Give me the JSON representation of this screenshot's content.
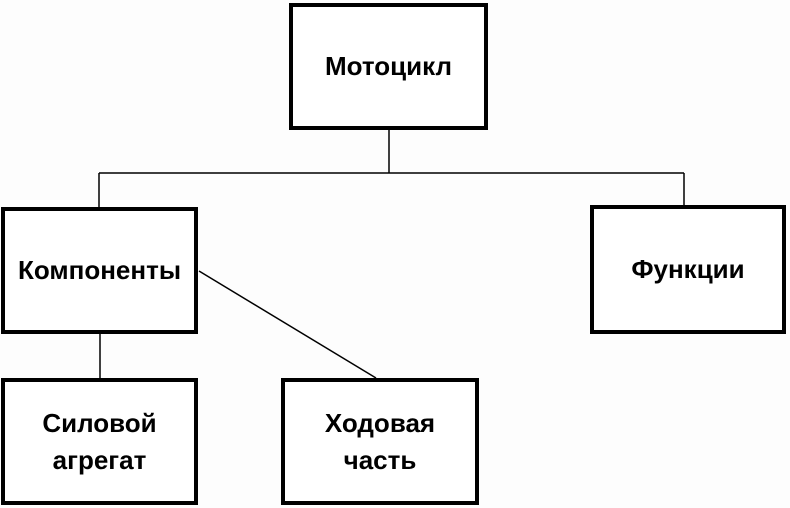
{
  "diagram": {
    "type": "hierarchy",
    "background_color": "#fdfdfd",
    "node_fill_color": "#ffffff",
    "node_border_color": "#000000",
    "edge_color": "#000000",
    "text_color": "#000000",
    "nodes": {
      "motorcycle": {
        "label": "Мотоцикл"
      },
      "components": {
        "label": "Компоненты"
      },
      "functions": {
        "label": "Функции"
      },
      "power_unit": {
        "label": "Силовой агрегат"
      },
      "chassis": {
        "label": "Ходовая часть"
      }
    },
    "edges": [
      {
        "from": "motorcycle",
        "to": "components"
      },
      {
        "from": "motorcycle",
        "to": "functions"
      },
      {
        "from": "components",
        "to": "power_unit"
      },
      {
        "from": "components",
        "to": "chassis"
      }
    ]
  }
}
